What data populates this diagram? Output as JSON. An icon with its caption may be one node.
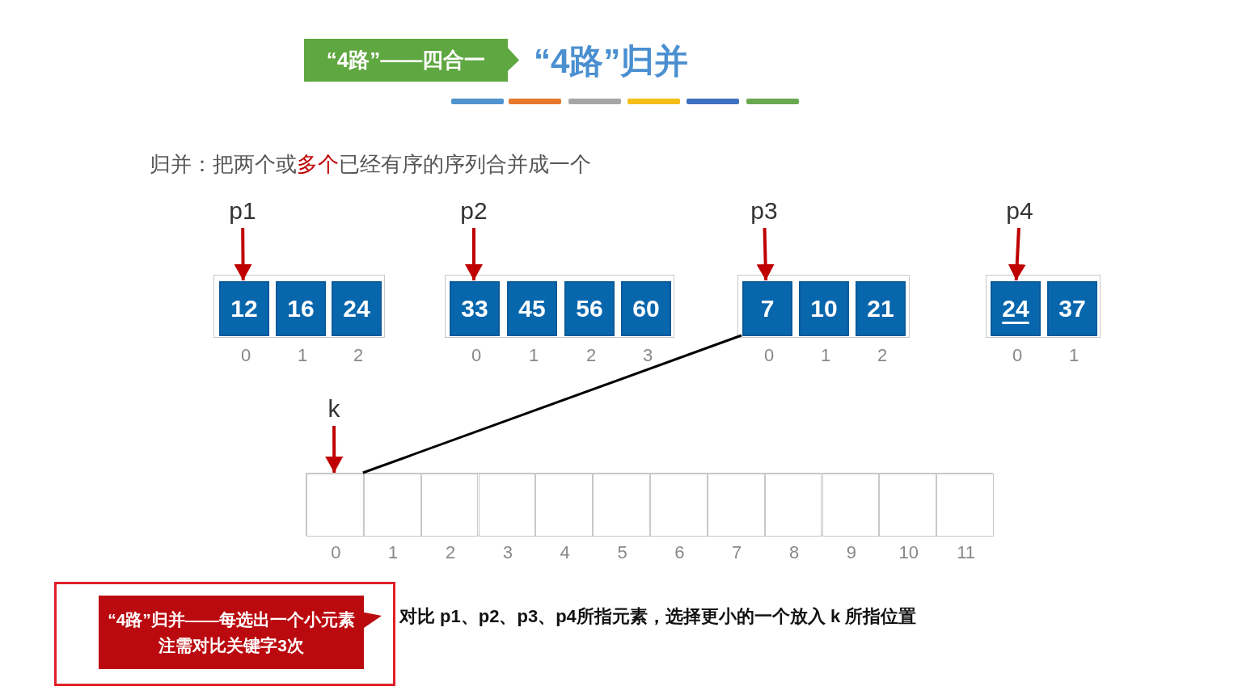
{
  "diagram": {
    "title": "“4路”归并",
    "nodes": [
      {
        "text": [
          "“4路”——四合一"
        ]
      },
      {
        "text": [
          "p1"
        ]
      },
      {
        "text": [],
        "shape": "box"
      },
      {
        "text": [
          "12"
        ],
        "in": 2,
        "beside": [
          "0"
        ]
      },
      {
        "text": [
          "16"
        ],
        "in": 2,
        "beside": [
          "1"
        ]
      },
      {
        "text": [
          "24"
        ],
        "in": 2,
        "beside": [
          "2"
        ]
      },
      {
        "text": [
          "p2"
        ]
      },
      {
        "text": [],
        "shape": "box"
      },
      {
        "text": [
          "33"
        ],
        "in": 7,
        "beside": [
          "0"
        ]
      },
      {
        "text": [
          "45"
        ],
        "in": 7,
        "beside": [
          "1"
        ]
      },
      {
        "text": [
          "56"
        ],
        "in": 7,
        "beside": [
          "2"
        ]
      },
      {
        "text": [
          "60"
        ],
        "in": 7,
        "beside": [
          "3"
        ]
      },
      {
        "text": [
          "p3"
        ]
      },
      {
        "text": [],
        "shape": "box"
      },
      {
        "text": [
          "7"
        ],
        "in": 13,
        "beside": [
          "0"
        ]
      },
      {
        "text": [
          "10"
        ],
        "in": 13,
        "beside": [
          "1"
        ]
      },
      {
        "text": [
          "21"
        ],
        "in": 13,
        "beside": [
          "2"
        ]
      },
      {
        "text": [
          "p4"
        ]
      },
      {
        "text": [],
        "shape": "box"
      },
      {
        "text": [
          "24"
        ],
        "in": 18,
        "beside": [
          "0"
        ]
      },
      {
        "text": [
          "37"
        ],
        "in": 18,
        "beside": [
          "1"
        ]
      },
      {
        "text": [
          "k"
        ]
      },
      {
        "text": [],
        "shape": "box"
      },
      {
        "text": [],
        "shape": "box",
        "in": 22,
        "beside": [
          "0"
        ]
      },
      {
        "text": [],
        "shape": "box",
        "in": 22,
        "beside": [
          "1"
        ]
      },
      {
        "text": [],
        "shape": "box",
        "in": 22,
        "beside": [
          "2"
        ]
      },
      {
        "text": [],
        "shape": "box",
        "in": 22,
        "beside": [
          "3"
        ]
      },
      {
        "text": [],
        "shape": "box",
        "in": 22,
        "beside": [
          "4"
        ]
      },
      {
        "text": [],
        "shape": "box",
        "in": 22,
        "beside": [
          "5"
        ]
      },
      {
        "text": [],
        "shape": "box",
        "in": 22,
        "beside": [
          "6"
        ]
      },
      {
        "text": [],
        "shape": "box",
        "in": 22,
        "beside": [
          "7"
        ]
      },
      {
        "text": [],
        "shape": "box",
        "in": 22,
        "beside": [
          "8"
        ]
      },
      {
        "text": [],
        "shape": "box",
        "in": 22,
        "beside": [
          "9"
        ]
      },
      {
        "text": [],
        "shape": "box",
        "in": 22,
        "beside": [
          "10"
        ]
      },
      {
        "text": [],
        "shape": "box",
        "in": 22,
        "beside": [
          "11"
        ]
      },
      {
        "text": [
          "“4路”归并——每选出一个小元素注需对比关键字3次"
        ]
      }
    ],
    "edges": [
      {
        "from": 1,
        "to": 3,
        "arrow": "to"
      },
      {
        "from": 6,
        "to": 8,
        "arrow": "to"
      },
      {
        "from": 12,
        "to": 14,
        "arrow": "to"
      },
      {
        "from": 17,
        "to": 19,
        "arrow": "to"
      },
      {
        "from": 21,
        "to": 23,
        "arrow": "to"
      },
      {
        "from": 14,
        "to": 23,
        "arrow": "none",
        "color": "#000000"
      }
    ],
    "labels": [
      "归并：把两个或**多个**已经有序的序列合并成一个",
      "对比 p1、p2、p3、p4所指元素，选择更小的一个放入 k 所指位置"
    ]
  }
}
